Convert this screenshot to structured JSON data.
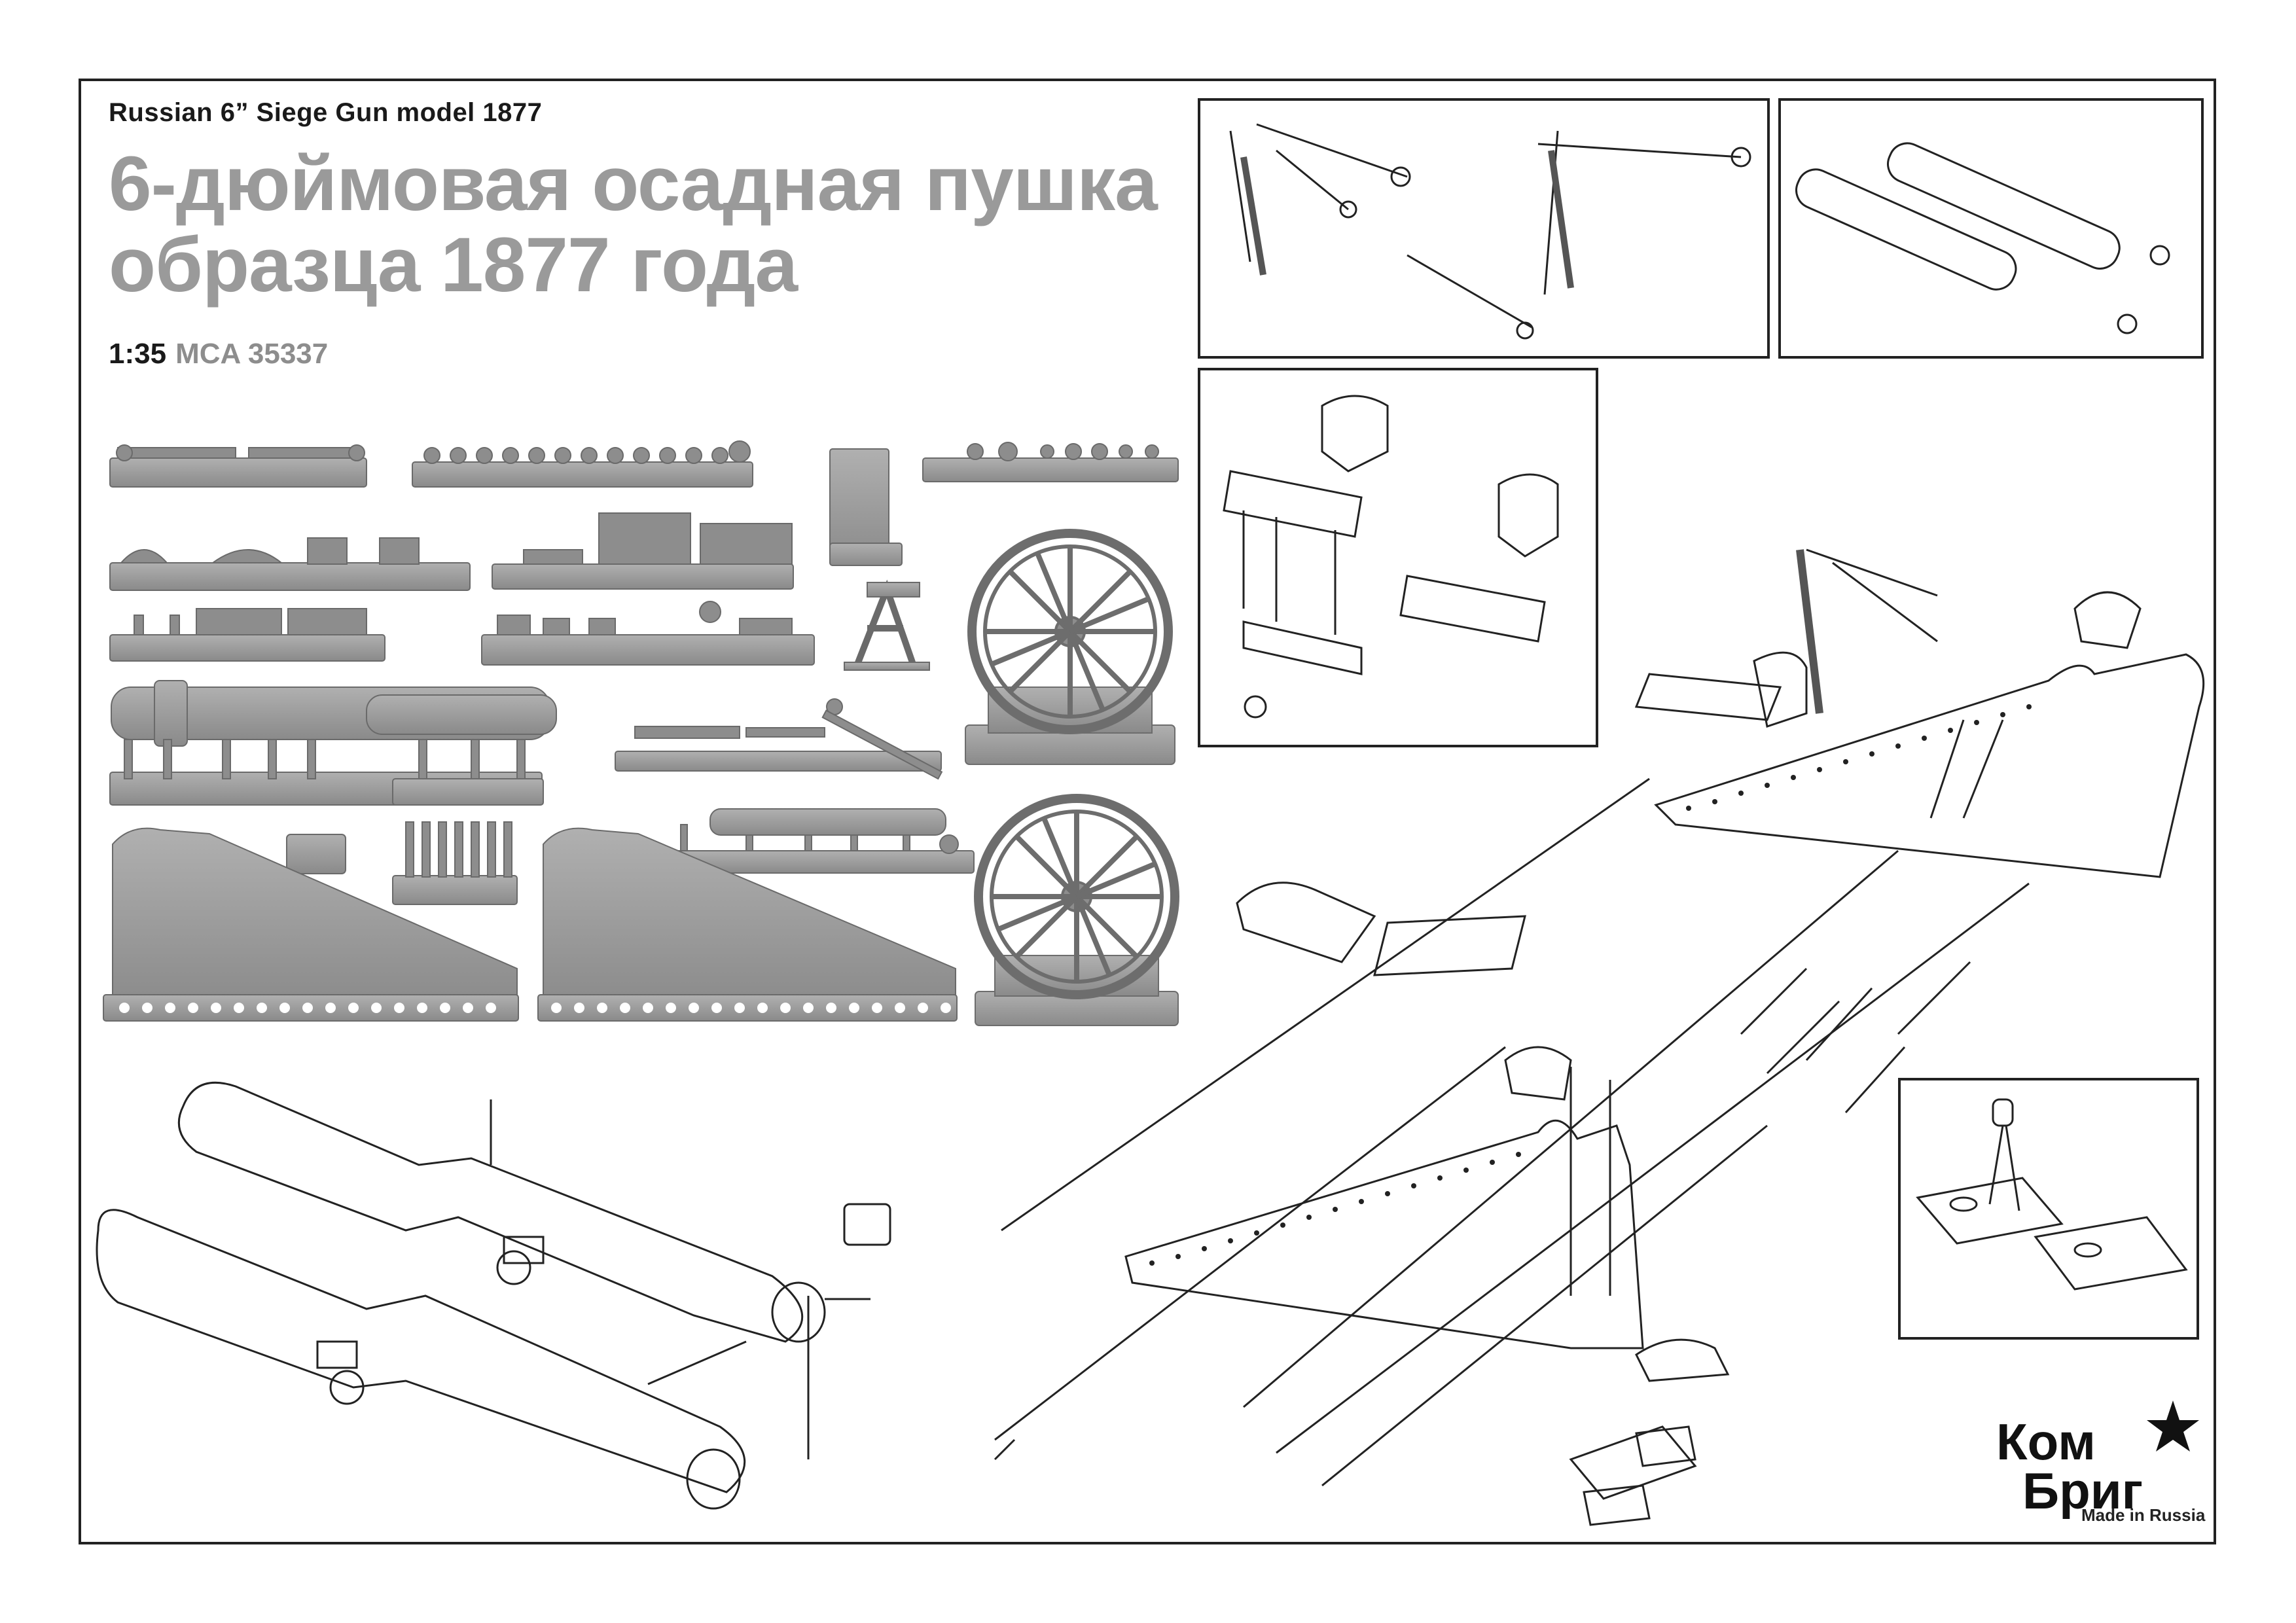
{
  "header": {
    "subtitle": "Russian 6” Siege Gun model 1877",
    "title_line1": "6-дюймовая осадная пушка",
    "title_line2": "образца 1877 года",
    "scale": "1:35",
    "code": "MCA 35337"
  },
  "brand": {
    "logo_text": "КомБриг",
    "tagline": "Made in Russia"
  },
  "colors": {
    "part_gray": "#9b9b9b",
    "part_dark": "#6d6d6d",
    "line": "#222222",
    "title_gray": "#9a9a9a"
  }
}
